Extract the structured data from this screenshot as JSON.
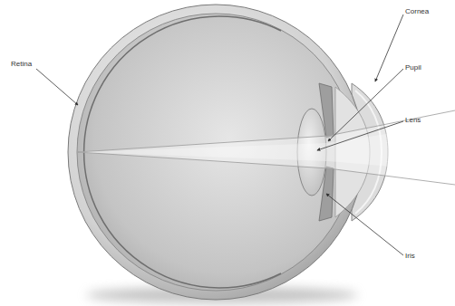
{
  "diagram": {
    "labels": [
      "Retina",
      "Cornea",
      "Pupil",
      "Lens",
      "Iris"
    ]
  }
}
